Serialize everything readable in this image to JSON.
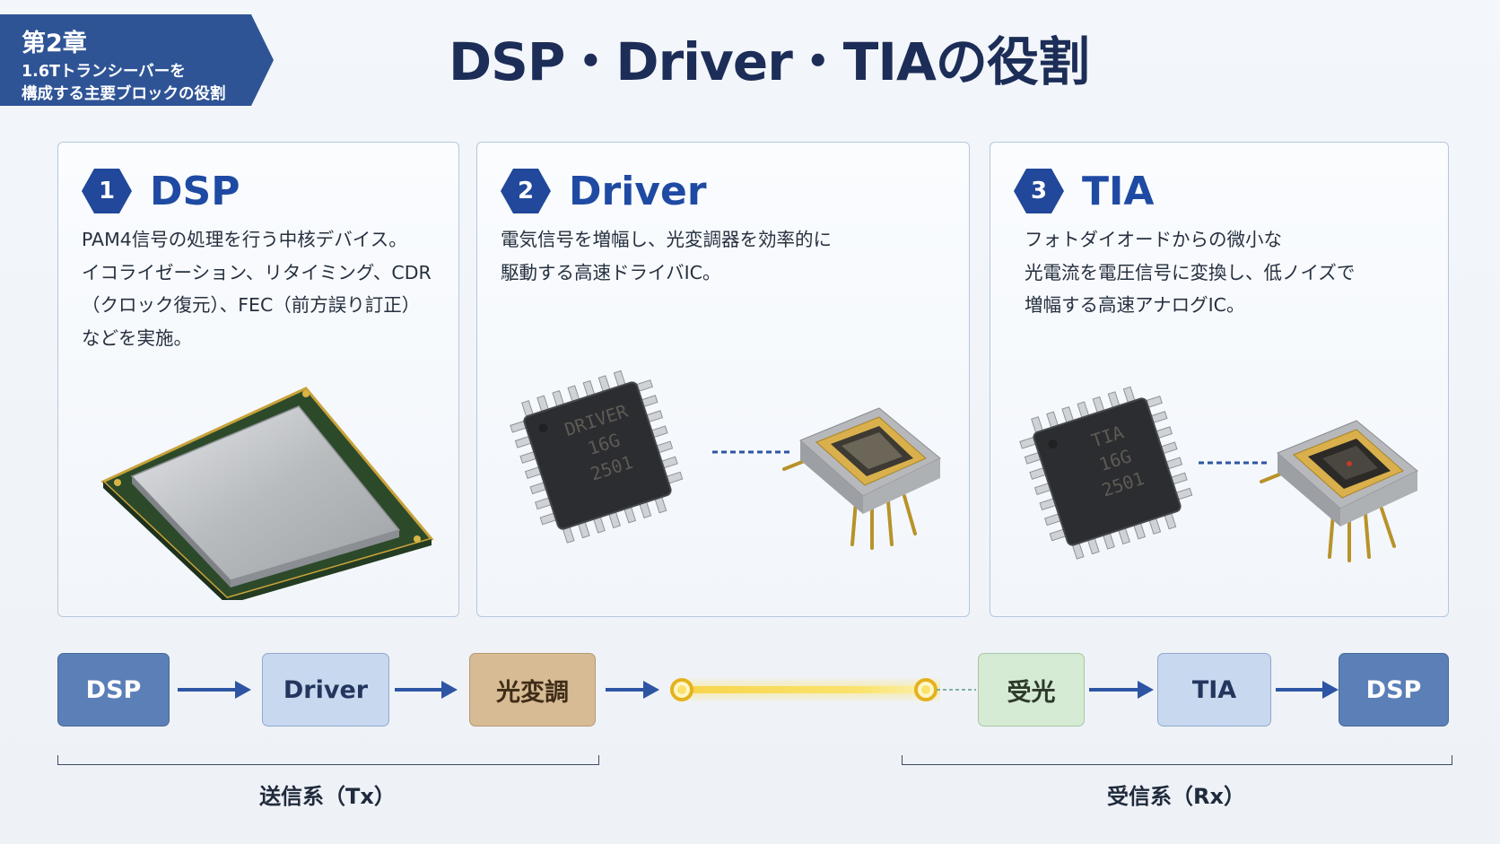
{
  "chapter": {
    "number": "第2章",
    "subtitle_line1": "1.6Tトランシーバーを",
    "subtitle_line2": "構成する主要ブロックの役割"
  },
  "title": "DSP・Driver・TIAの役割",
  "cards": [
    {
      "badge": "1",
      "title": "DSP",
      "desc": [
        "PAM4信号の処理を行う中核デバイス。",
        "イコライゼーション、リタイミング、CDR",
        "（クロック復元）、FEC（前方誤り訂正）",
        "などを実施。"
      ],
      "chip_text": []
    },
    {
      "badge": "2",
      "title": "Driver",
      "desc": [
        "電気信号を増幅し、光変調器を効率的に",
        "駆動する高速ドライバIC。"
      ],
      "chip_text": [
        "DRIVER",
        "16G",
        "2501"
      ]
    },
    {
      "badge": "3",
      "title": "TIA",
      "desc": [
        "フォトダイオードからの微小な",
        "光電流を電圧信号に変換し、低ノイズで",
        "増幅する高速アナログIC。"
      ],
      "chip_text": [
        "TIA",
        "16G",
        "2501"
      ]
    }
  ],
  "flow": {
    "tx": [
      "DSP",
      "Driver",
      "光変調"
    ],
    "rx": [
      "受光",
      "TIA",
      "DSP"
    ],
    "tx_label": "送信系（Tx）",
    "rx_label": "受信系（Rx）"
  },
  "colors": {
    "accent": "#21489a",
    "title": "#1c2d57",
    "chapter_bg": "#2f5496",
    "fiber_glow": "#f7d44a"
  }
}
